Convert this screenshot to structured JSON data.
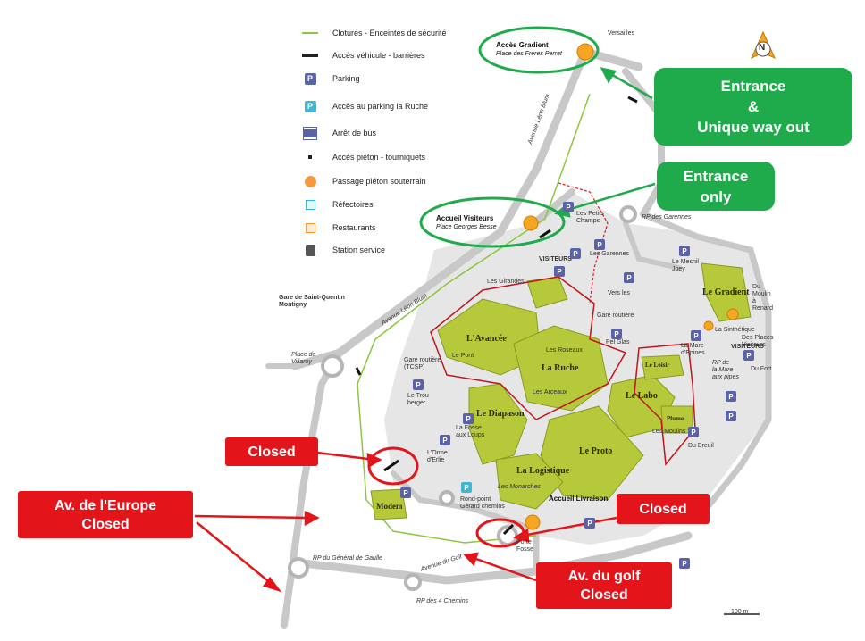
{
  "legend": {
    "items": [
      {
        "symbol": "green-line",
        "label": "Clotures - Enceintes de sécurité"
      },
      {
        "symbol": "black-bar",
        "label": "Accès véhicule - barrières"
      },
      {
        "symbol": "parking-p",
        "label": "Parking"
      },
      {
        "symbol": "parking-ruche-p",
        "label": "Accès au parking la Ruche"
      },
      {
        "symbol": "bus-stop",
        "label": "Arrêt de bus"
      },
      {
        "symbol": "small-dot",
        "label": "Accès piéton - tourniquets"
      },
      {
        "symbol": "orange-pedestrian",
        "label": "Passage piéton souterrain"
      },
      {
        "symbol": "refectory-square",
        "label": "Réfectoires"
      },
      {
        "symbol": "restaurant-square",
        "label": "Restaurants"
      },
      {
        "symbol": "fuel-pump",
        "label": "Station service"
      }
    ]
  },
  "callouts": {
    "entrance_exit": [
      "Entrance",
      "&",
      "Unique way out"
    ],
    "entrance_only": [
      "Entrance",
      "only"
    ],
    "closed_left": "Closed",
    "europe": [
      "Av. de l'Europe",
      "Closed"
    ],
    "closed_right": "Closed",
    "golf": [
      "Av. du golf",
      "Closed"
    ]
  },
  "gates": {
    "gradient_title": "Accès Gradient",
    "gradient_sub": "Place des Frères Perret",
    "visiteurs_title": "Accueil Visiteurs",
    "visiteurs_sub": "Place Georges Besse",
    "livraison_title": "Accueil Livraison"
  },
  "buildings": {
    "avancee": "L'Avancée",
    "ruche": "La Ruche",
    "diapason": "Le Diapason",
    "labo": "Le Labo",
    "proto": "Le Proto",
    "logistique": "La Logistique",
    "gradient": "Le Gradient",
    "modem": "Modem",
    "loisir": "Le Loisir",
    "plume": "Plume"
  },
  "places": {
    "versailles": "Versailles",
    "gare_sqy": "Gare de Saint-Quentin",
    "gare_sqy2": "Montigny",
    "place_villaroy": "Place de",
    "place_villaroy2": "Villaroy",
    "rp_gaulle": "RP du Général de Gaulle",
    "rp_4chemins": "RP des 4 Chemins",
    "rp_garennes": "RP des Garennes",
    "av_leon_blum": "Avenue Léon Blum",
    "av_golf": "Avenue du Golf",
    "rond_point": "Rond-point",
    "rond_point2": "Gérard chemins",
    "visiteurs_park": "VISITEURS",
    "visiteurs_park2": "VISITEURS",
    "scale": "100 m",
    "north": "N",
    "les_garennes": "Les Garennes",
    "les_girandes": "Les Girandes",
    "les_petits_champs": "Les Petits",
    "les_petits_champs2": "Champs",
    "gare_routiere": "Gare routière",
    "gare_routiere_tcsp": "Gare routière",
    "tcsp": "(TCSP)",
    "pel_glas": "Pel Glas",
    "le_trou": "Le Trou",
    "le_trou2": "berger",
    "les_monarches": "Les Monarches",
    "lorme": "L'Orme",
    "lorme2": "d'Erlie",
    "la_fosse": "La Fosse",
    "la_fosse2": "aux Loups",
    "le_menil": "Le Mesnil",
    "le_menil2": "Joey",
    "du_moulin": "Du",
    "du_moulin2": "Moulin",
    "du_moulin3": "à",
    "du_moulin4": "Renard",
    "des_places": "Des Places",
    "des_places2": "Visiteurs",
    "du_fort": "Du Fort",
    "du_breuil": "Du Breuil",
    "la_mare": "La Mare",
    "la_mare2": "d'Epines",
    "rp_mare": "RP de",
    "rp_mare2": "la Mare",
    "rp_mare3": "aux pipes",
    "vers_les": "Vers les",
    "les_arceaux": "Les Arceaux",
    "les_roseaux": "Les Roseaux",
    "le_pont": "Le Pont",
    "les_moulins": "Les Moulins",
    "porte": "Porte",
    "porte2": "Fosse",
    "sinthetique": "La Sinthétique"
  }
}
